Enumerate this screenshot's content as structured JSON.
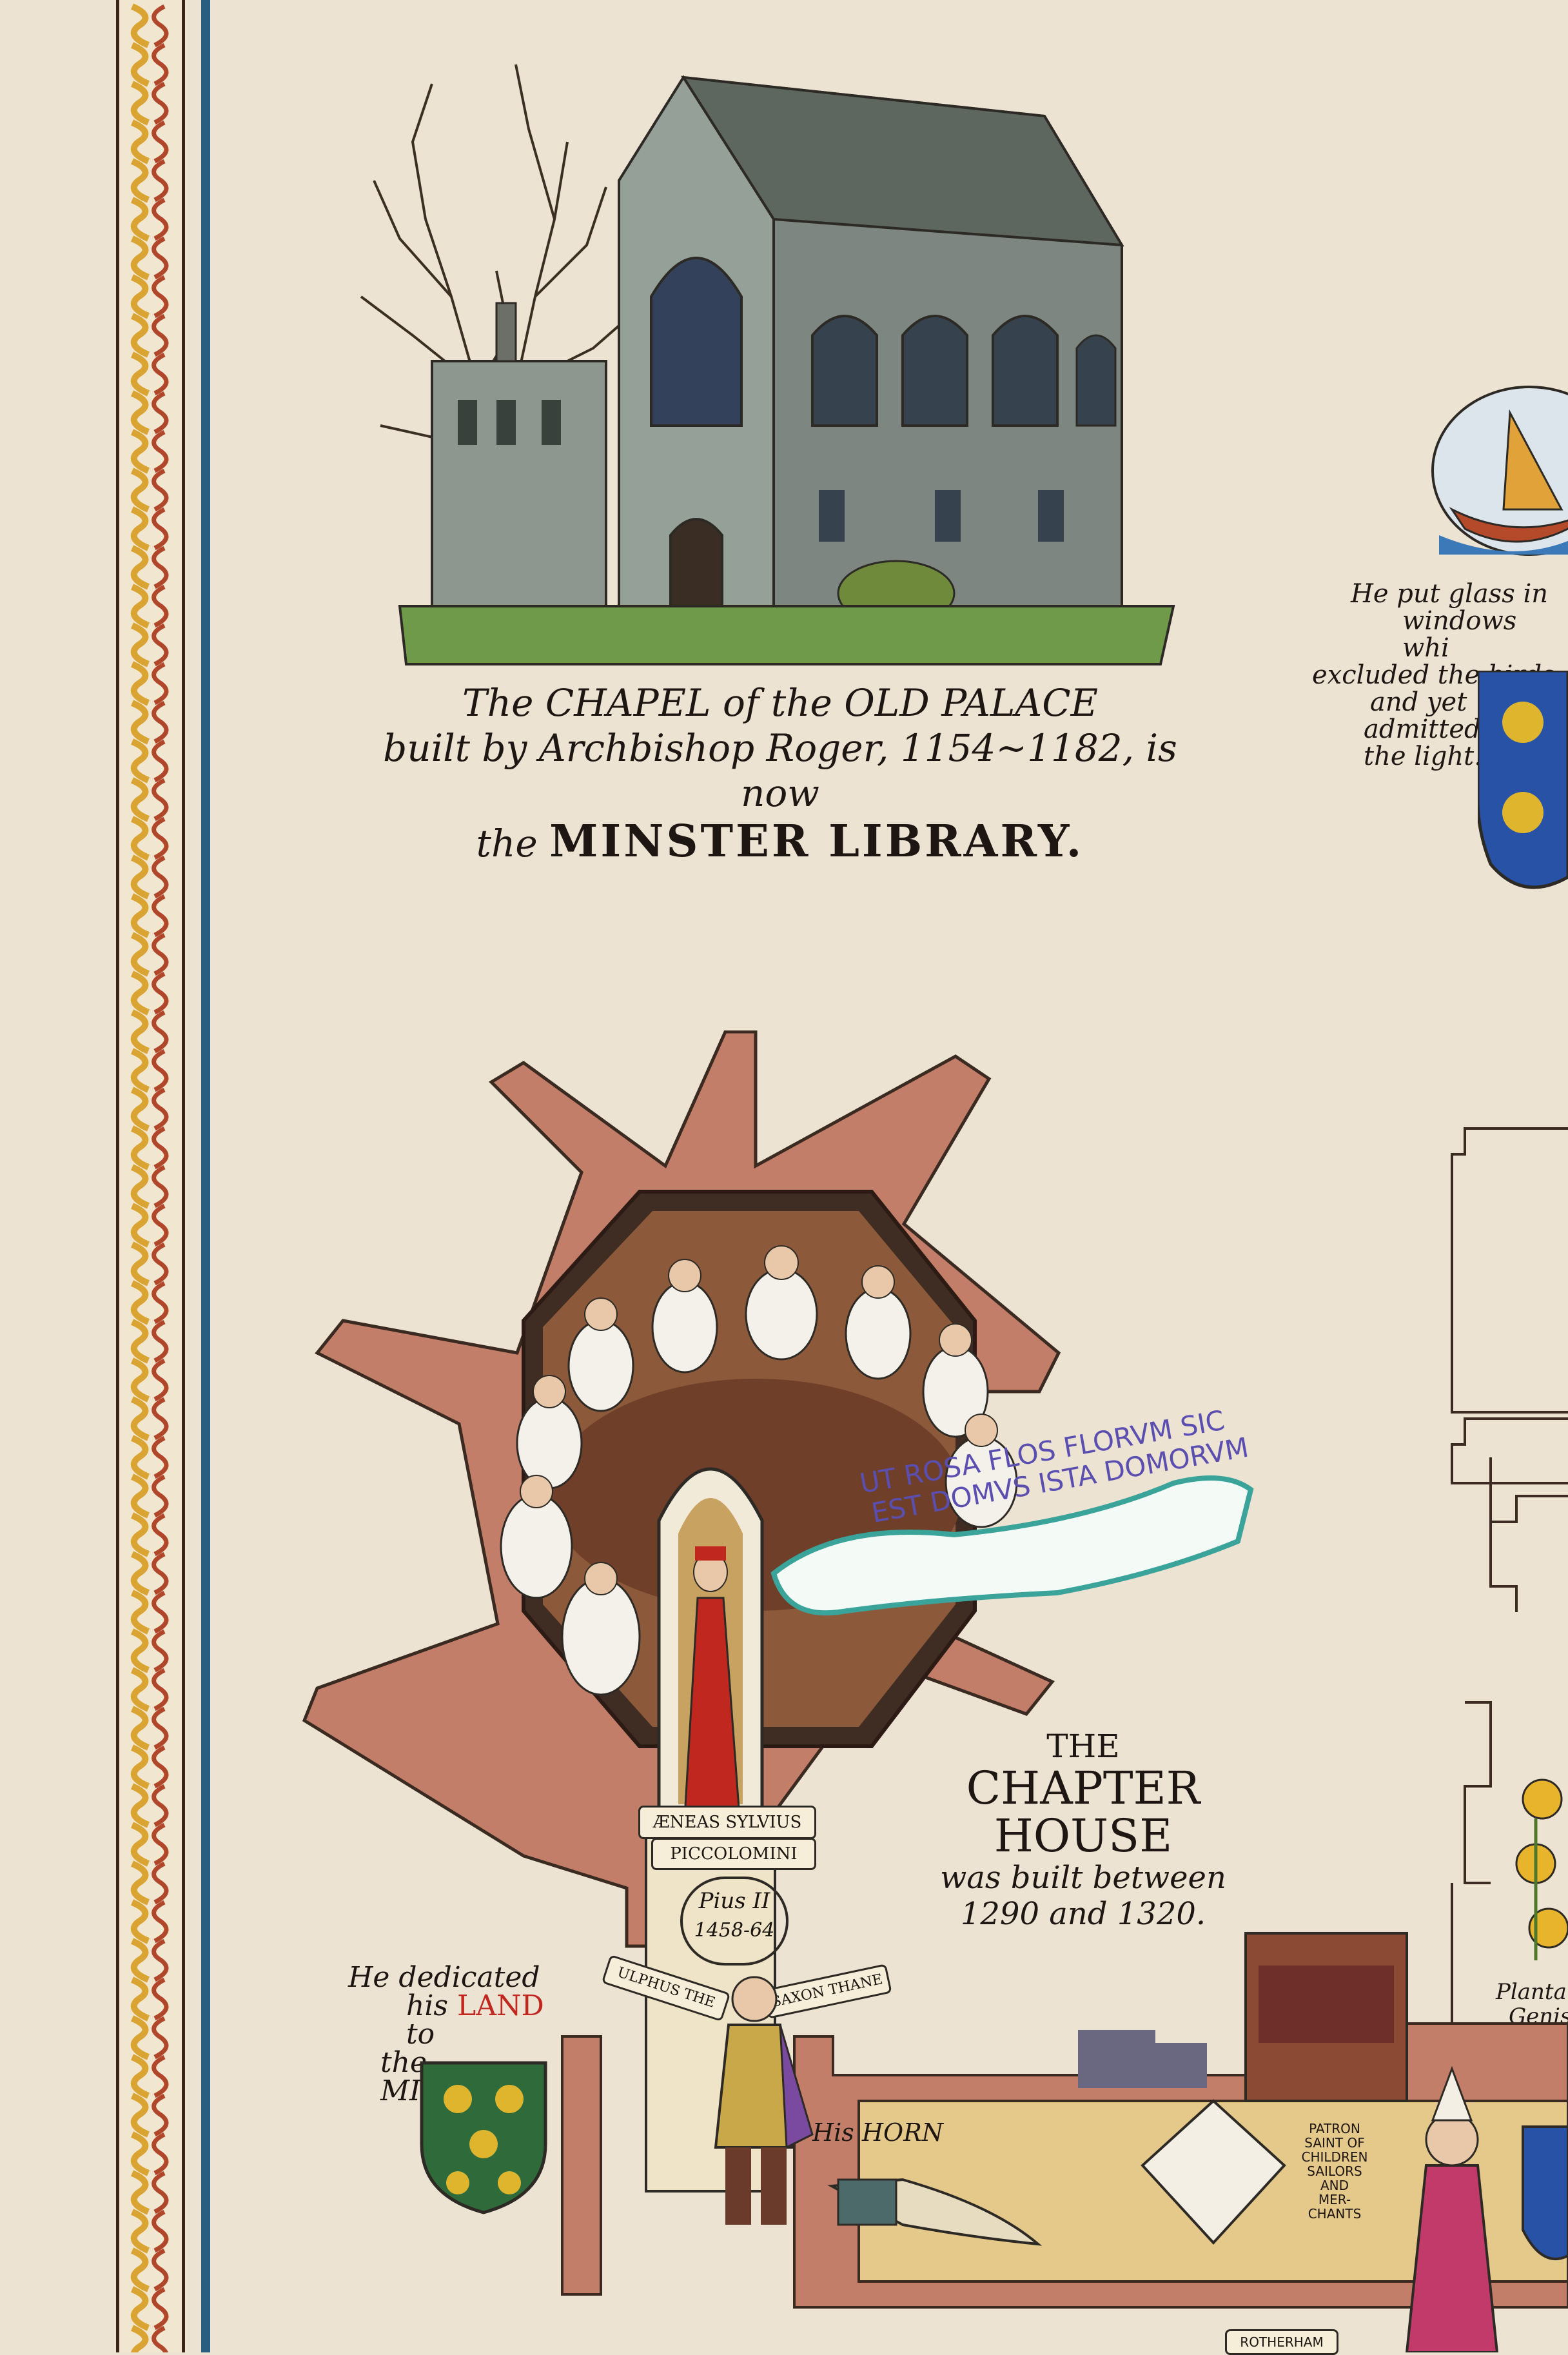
{
  "chapel": {
    "caption_line1": "The CHAPEL of the OLD PALACE",
    "caption_line2": "built by Archbishop Roger, 1154~1182, is now",
    "caption_line3_prefix": "the",
    "caption_line3_title": "MINSTER LIBRARY."
  },
  "glass_note": {
    "line1": "He put glass in",
    "line2": "windows whi",
    "line3": "excluded the birds",
    "line4": "and yet",
    "line5": "admitted",
    "line6": "the light."
  },
  "chapter_house": {
    "title_line1": "THE",
    "title_line2": "CHAPTER",
    "title_line3": "HOUSE",
    "desc_line1": "was built between",
    "desc_line2": "1290 and 1320."
  },
  "banner": {
    "line1": "UT ROSA FLOS FLORVM SIC",
    "line2": "EST DOMVS ISTA DOMORVM"
  },
  "cardinal": {
    "scroll_name1": "ÆNEAS SYLVIUS",
    "scroll_name2": "PICCOLOMINI",
    "pius_line1": "Pius II",
    "pius_line2": "1458-64"
  },
  "land_note": {
    "line1": "He dedicated",
    "line2_a": "his",
    "line2_land": "LAND",
    "line2_b": "to",
    "line3": "the MINSTER"
  },
  "ulphus": {
    "scroll_left": "ULPHUS THE",
    "scroll_right": "SAXON THANE",
    "horn_label": "His HORN"
  },
  "saint_note": {
    "line1": "PATRON",
    "line2": "SAINT OF",
    "line3": "CHILDREN",
    "line4": "SAILORS",
    "line5": "AND",
    "line6": "MER-",
    "line7": "CHANTS"
  },
  "planta": {
    "line1": "Planta",
    "line2": "Genis"
  },
  "bottom": {
    "scroll_label": "ROTHERHAM"
  },
  "colors": {
    "parchment": "#ece3d2",
    "plan_brick": "#c27e68",
    "plan_outline": "#3a2a22",
    "banner_teal": "#3aa39a",
    "banner_text": "#5a4fb0",
    "cardinal_red": "#c0271e",
    "shield_green": "#2f6b3a",
    "shield_blue": "#2752a6",
    "land_red": "#c0271e"
  }
}
